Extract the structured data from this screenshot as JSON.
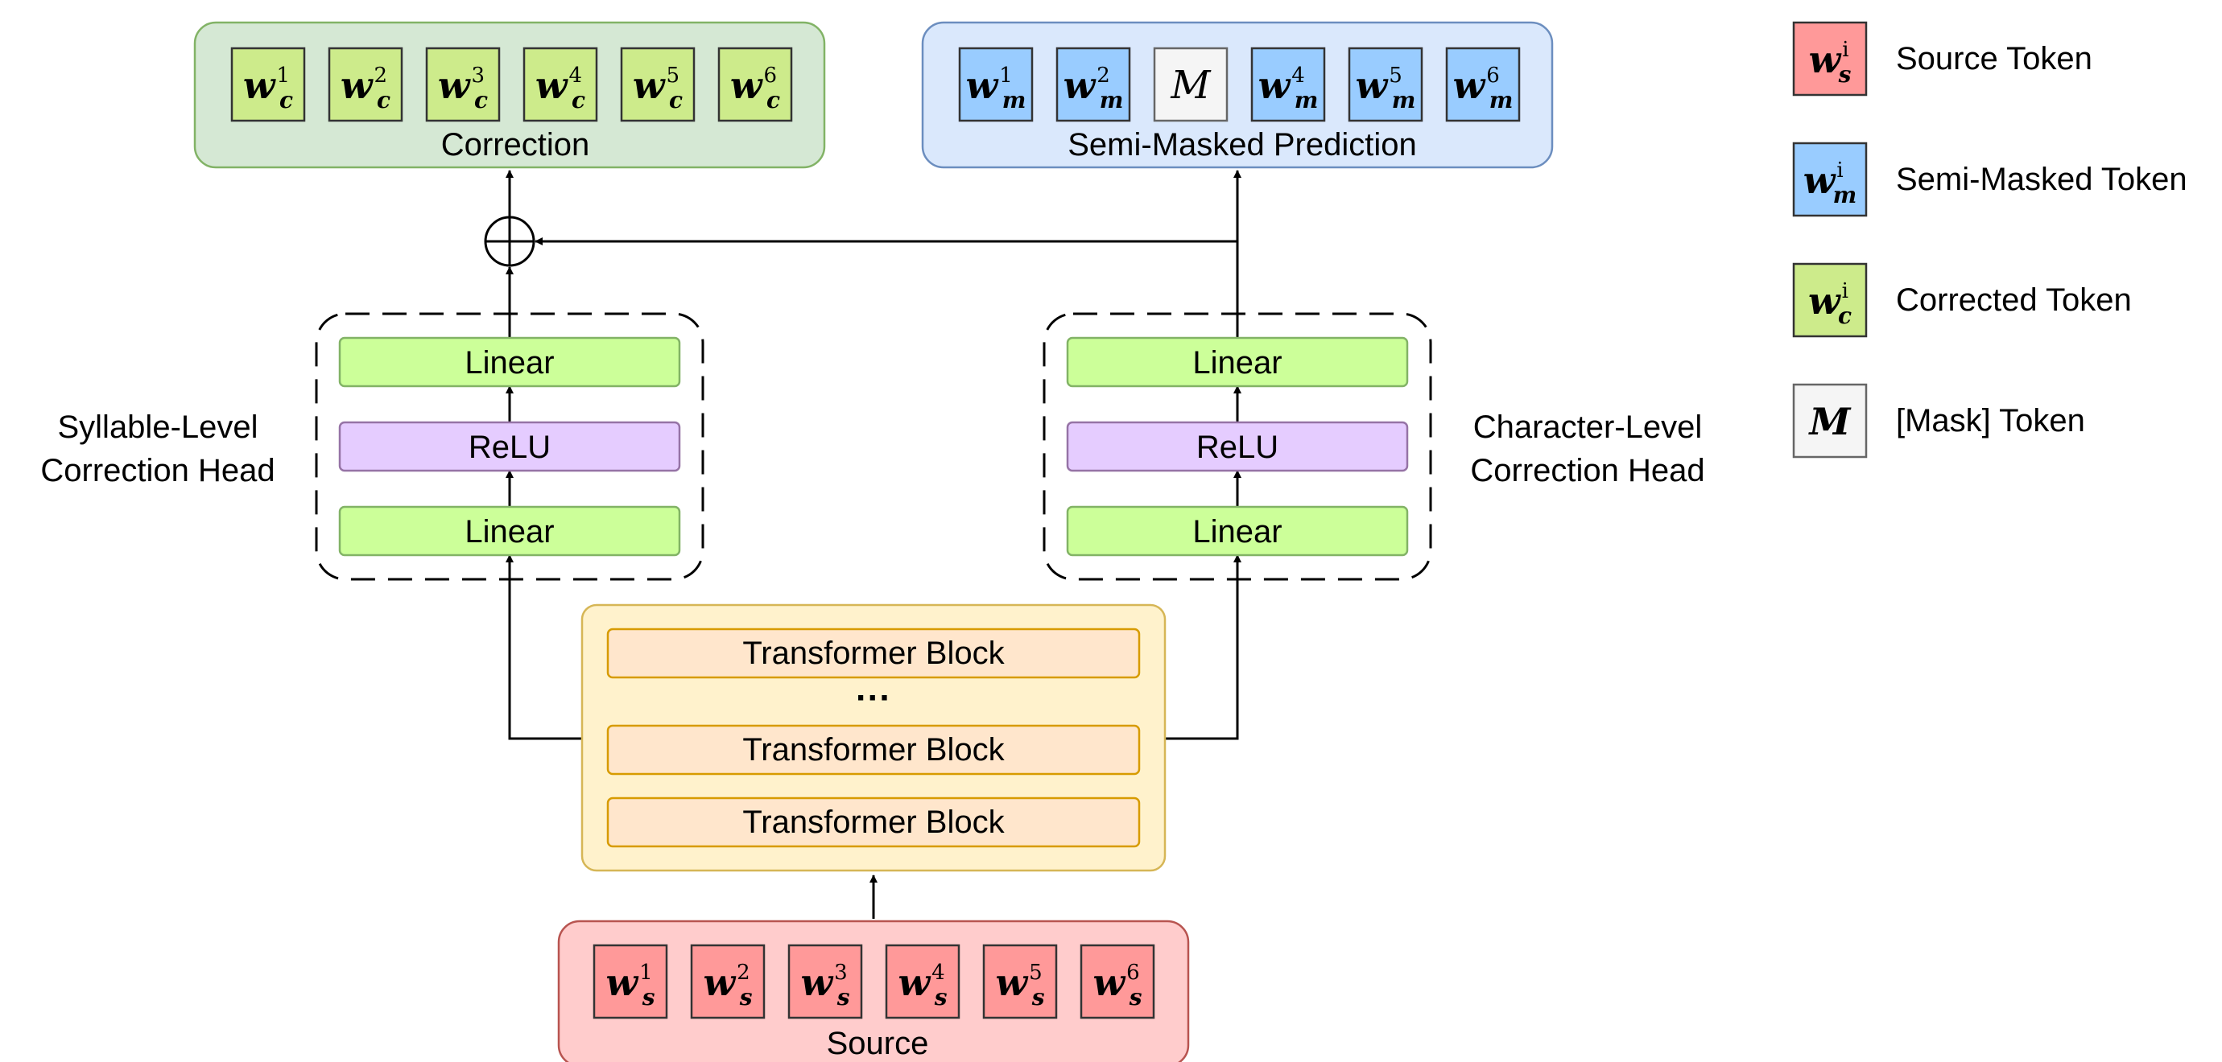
{
  "source": {
    "label": "Source",
    "tokens": [
      {
        "base": "w",
        "sup": "1",
        "sub": "s"
      },
      {
        "base": "w",
        "sup": "2",
        "sub": "s"
      },
      {
        "base": "w",
        "sup": "3",
        "sub": "s"
      },
      {
        "base": "w",
        "sup": "4",
        "sub": "s"
      },
      {
        "base": "w",
        "sup": "5",
        "sub": "s"
      },
      {
        "base": "w",
        "sup": "6",
        "sub": "s"
      }
    ]
  },
  "encoder": {
    "blocks": [
      "Transformer Block",
      "Transformer Block",
      "Transformer Block"
    ],
    "ellipsis": "···"
  },
  "syllable_head": {
    "title_line1": "Syllable-Level",
    "title_line2": "Correction Head",
    "layers": [
      "Linear",
      "ReLU",
      "Linear"
    ]
  },
  "character_head": {
    "title_line1": "Character-Level",
    "title_line2": "Correction Head",
    "layers": [
      "Linear",
      "ReLU",
      "Linear"
    ]
  },
  "correction": {
    "label": "Correction",
    "tokens": [
      {
        "base": "w",
        "sup": "1",
        "sub": "c"
      },
      {
        "base": "w",
        "sup": "2",
        "sub": "c"
      },
      {
        "base": "w",
        "sup": "3",
        "sub": "c"
      },
      {
        "base": "w",
        "sup": "4",
        "sub": "c"
      },
      {
        "base": "w",
        "sup": "5",
        "sub": "c"
      },
      {
        "base": "w",
        "sup": "6",
        "sub": "c"
      }
    ]
  },
  "semi_masked": {
    "label": "Semi-Masked Prediction",
    "tokens": [
      {
        "base": "w",
        "sup": "1",
        "sub": "m"
      },
      {
        "base": "w",
        "sup": "2",
        "sub": "m"
      },
      {
        "base": "M",
        "sup": "",
        "sub": "",
        "mask": true
      },
      {
        "base": "w",
        "sup": "4",
        "sub": "m"
      },
      {
        "base": "w",
        "sup": "5",
        "sub": "m"
      },
      {
        "base": "w",
        "sup": "6",
        "sub": "m"
      }
    ]
  },
  "legend": [
    {
      "kind": "source",
      "base": "w",
      "sup": "i",
      "sub": "s",
      "label": "Source Token"
    },
    {
      "kind": "semi",
      "base": "w",
      "sup": "i",
      "sub": "m",
      "label": "Semi-Masked Token"
    },
    {
      "kind": "corrected",
      "base": "w",
      "sup": "i",
      "sub": "c",
      "label": "Corrected Token"
    },
    {
      "kind": "mask",
      "base": "M",
      "sup": "",
      "sub": "",
      "label": "[Mask] Token"
    }
  ],
  "colors": {
    "source_token": "#ff9999",
    "source_panel": "#ffcccc",
    "source_stroke": "#b85450",
    "semi_token": "#99ccff",
    "semi_panel": "#dae8fc",
    "semi_stroke": "#6c8ebf",
    "corrected_token": "#cdeb8b",
    "correction_panel": "#d5e8d4",
    "correction_stroke": "#82b366",
    "mask_token": "#f5f5f5",
    "mask_stroke": "#666666",
    "linear_fill": "#ccff99",
    "linear_stroke": "#82b366",
    "relu_fill": "#e5ccff",
    "relu_stroke": "#9673a6",
    "encoder_panel": "#fff2cc",
    "encoder_stroke": "#d6b656",
    "block_fill": "#ffe6cc",
    "block_stroke": "#d79b00"
  }
}
